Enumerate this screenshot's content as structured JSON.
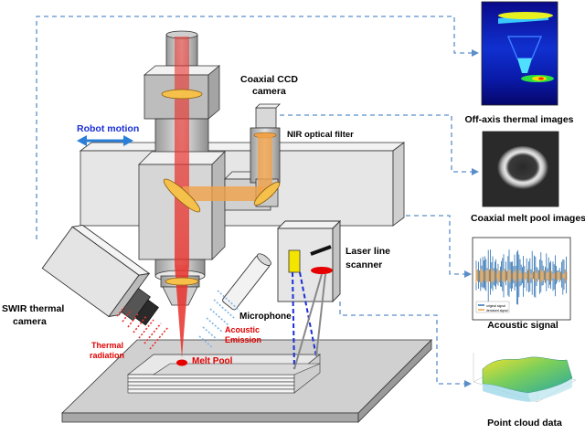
{
  "labels": {
    "robot_motion": "Robot motion",
    "coaxial_ccd": [
      "Coaxial CCD",
      "camera"
    ],
    "nir_filter": "NIR optical filter",
    "laser_line_scanner": [
      "Laser line",
      "scanner"
    ],
    "swir_camera": [
      "SWIR thermal",
      "camera"
    ],
    "microphone": "Microphone",
    "thermal_radiation": [
      "Thermal",
      "radiation"
    ],
    "acoustic_emission": [
      "Acoustic",
      "Emission"
    ],
    "melt_pool": "Melt Pool"
  },
  "outputs": {
    "offaxis_caption": "Off-axis thermal images",
    "coaxial_caption": "Coaxial melt pool images",
    "acoustic_caption": "Acoustic signal",
    "pointcloud_caption": "Point cloud data",
    "acoustic_legend": [
      "original signal",
      "denoised signal"
    ]
  },
  "colors": {
    "laser_red": "#e8302a",
    "robot_arrow": "#2b7fd8",
    "dashed_link": "#5b8fc9",
    "nir_beam": "#f0a24a",
    "acoustic_blue": "#7fb3e6",
    "thermal_red": "#e8302a"
  }
}
